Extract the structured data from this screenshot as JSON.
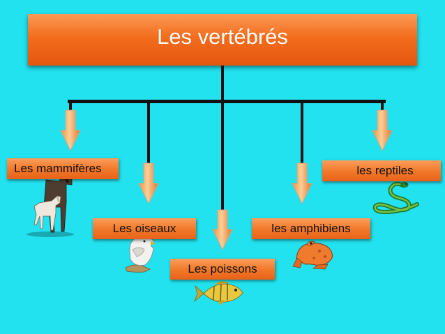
{
  "title": "Les vertébrés",
  "groups": {
    "mammiferes": "Les mammifères",
    "oiseaux": "Les oiseaux",
    "poissons": "Les poissons",
    "amphibiens": "les amphibiens",
    "reptiles": "les reptiles"
  },
  "colors": {
    "background": "#22e2ef",
    "box": "#f37524",
    "connector": "#111111"
  },
  "icons": [
    "horse-and-foal-icon",
    "bird-icon",
    "fish-icon",
    "frog-icon",
    "snake-icon"
  ]
}
